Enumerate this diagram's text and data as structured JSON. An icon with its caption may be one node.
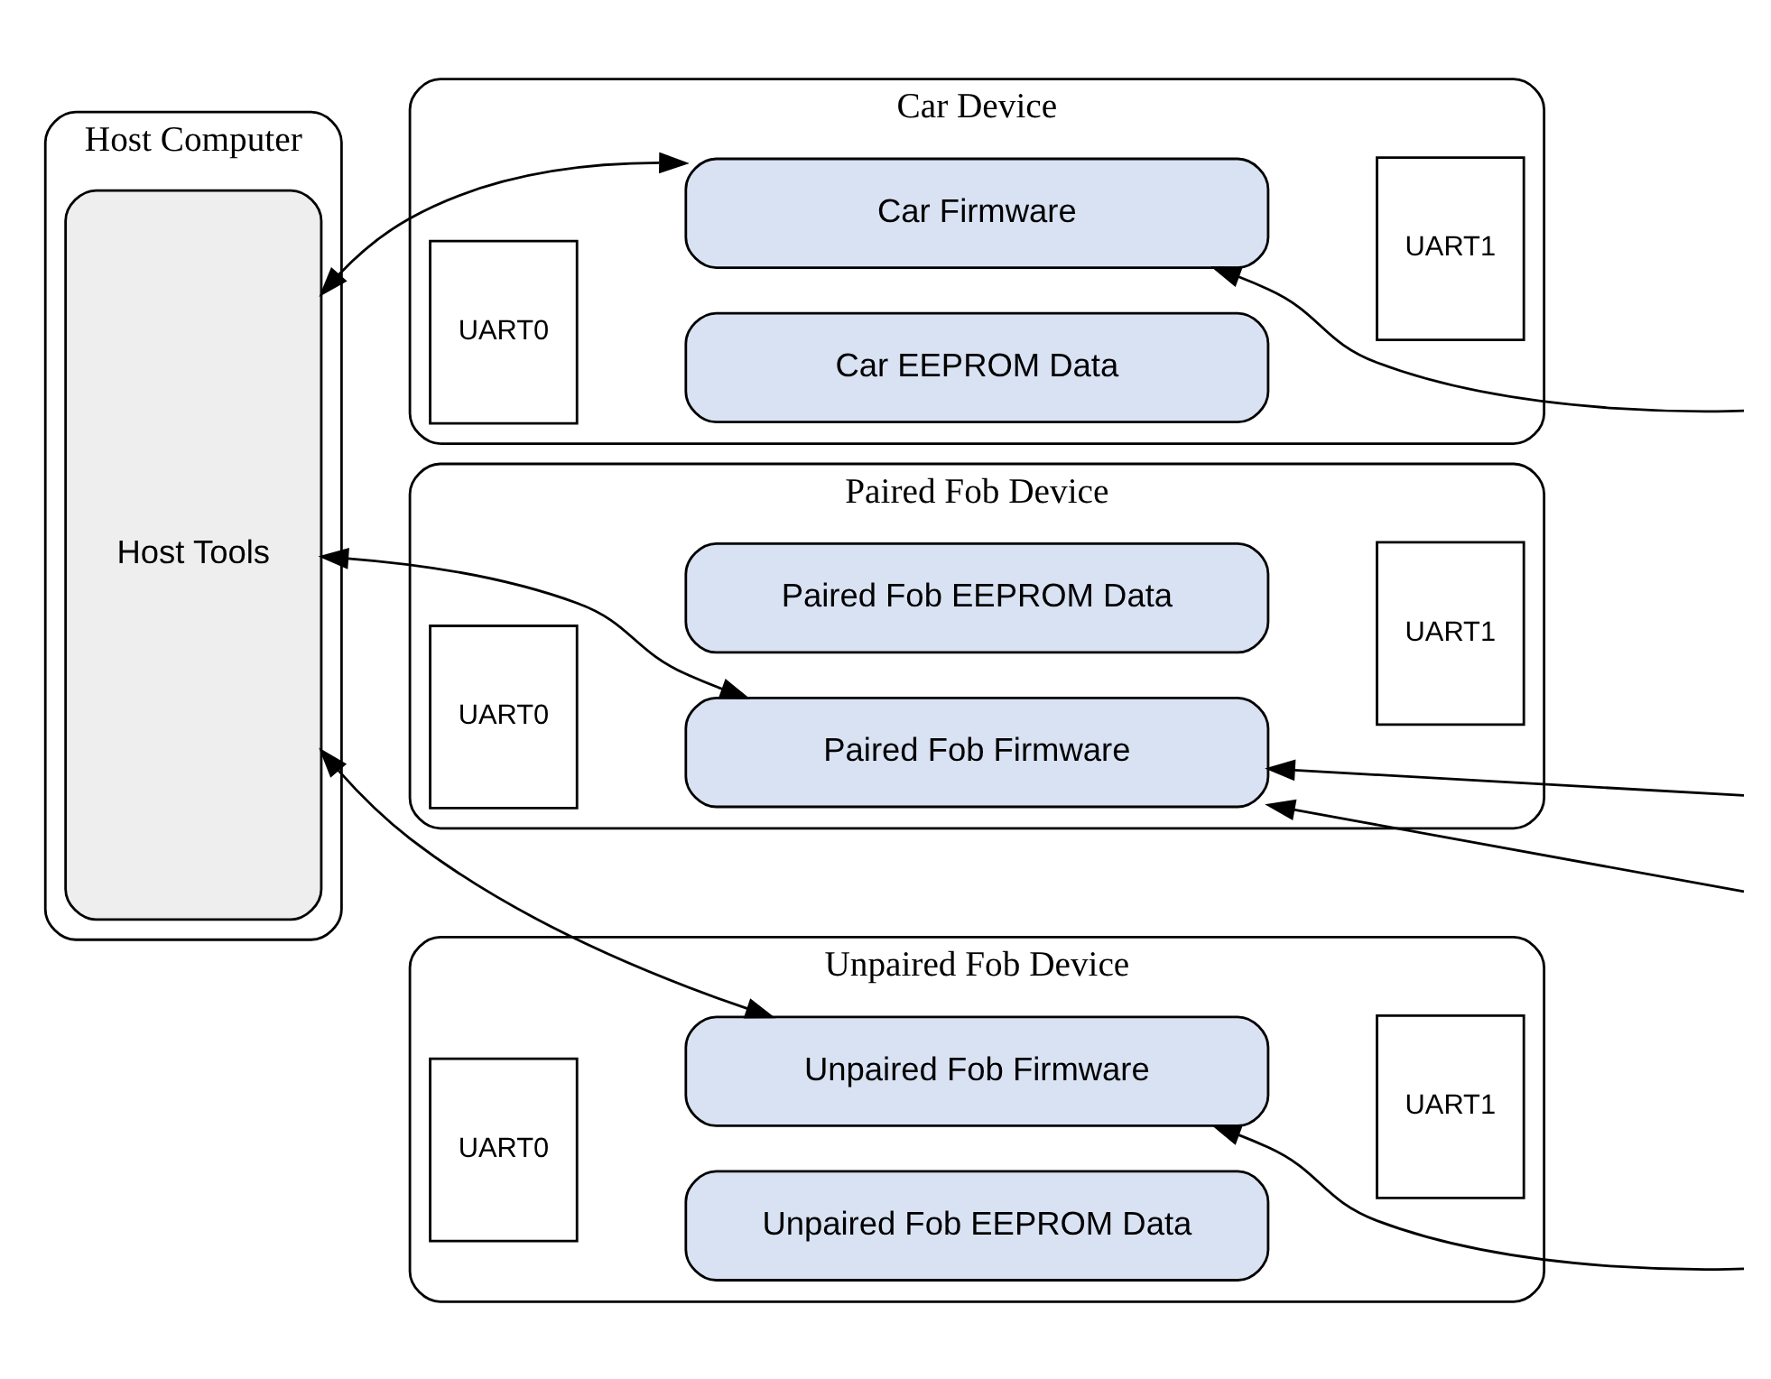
{
  "diagram": {
    "nodes": [
      {
        "text": [
          "Host Computer"
        ]
      },
      {
        "text": [
          "Host Tools"
        ],
        "in": 0
      },
      {
        "text": [
          "Car Device"
        ]
      },
      {
        "text": [
          "UART0"
        ],
        "in": 2
      },
      {
        "text": [
          "Car Firmware"
        ],
        "in": 2
      },
      {
        "text": [
          "Car EEPROM Data"
        ],
        "in": 2
      },
      {
        "text": [
          "UART1"
        ],
        "in": 2
      },
      {
        "text": [
          "Paired Fob Device"
        ]
      },
      {
        "text": [
          "UART0"
        ],
        "in": 7
      },
      {
        "text": [
          "Paired Fob Firmware"
        ],
        "in": 7
      },
      {
        "text": [
          "Paired Fob EEPROM Data"
        ],
        "in": 7
      },
      {
        "text": [
          "UART1"
        ],
        "in": 7
      },
      {
        "text": [
          "Unpaired Fob Device"
        ]
      },
      {
        "text": [
          "UART0"
        ],
        "in": 12
      },
      {
        "text": [
          "Unpaired Fob Firmware"
        ],
        "in": 12
      },
      {
        "text": [
          "Unpaired Fob EEPROM Data"
        ],
        "in": 12
      },
      {
        "text": [
          "UART1"
        ],
        "in": 12
      }
    ],
    "edges": [
      {
        "from": 1,
        "to": 4,
        "arrow": "both"
      },
      {
        "from": null,
        "to": 4,
        "arrow": "to"
      },
      {
        "from": 1,
        "to": 9,
        "arrow": "both"
      },
      {
        "from": null,
        "to": 9,
        "arrow": "to"
      },
      {
        "from": null,
        "to": 9,
        "arrow": "to"
      },
      {
        "from": 1,
        "to": 14,
        "arrow": "both"
      },
      {
        "from": null,
        "to": 14,
        "arrow": "to"
      }
    ]
  }
}
